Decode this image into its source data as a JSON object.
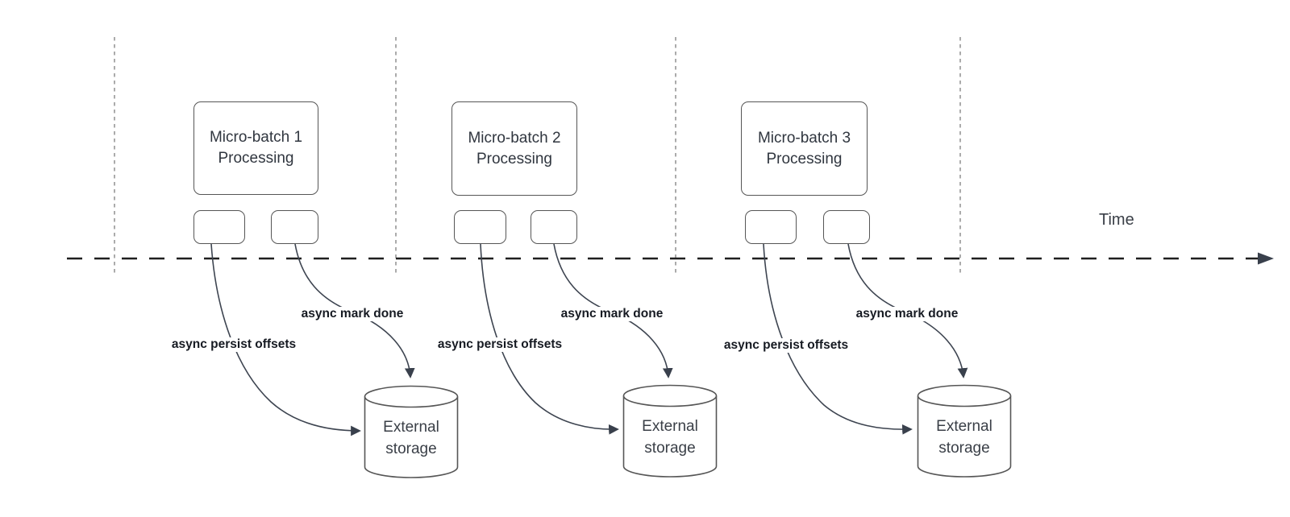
{
  "timeline": {
    "label": "Time"
  },
  "batches": [
    {
      "box_label": "Micro-batch 1\nProcessing",
      "persist_label": "async persist offsets",
      "done_label": "async mark done",
      "storage_label": "External\nstorage"
    },
    {
      "box_label": "Micro-batch 2\nProcessing",
      "persist_label": "async persist offsets",
      "done_label": "async mark done",
      "storage_label": "External\nstorage"
    },
    {
      "box_label": "Micro-batch 3\nProcessing",
      "persist_label": "async persist offsets",
      "done_label": "async mark done",
      "storage_label": "External\nstorage"
    }
  ],
  "colors": {
    "arrow": "#3d4450",
    "arrowhead": "#39404c",
    "timeline_axis": "#1f1f1f",
    "guide_line": "#ababab",
    "shape_stroke": "#565656",
    "label_text": "#161a22"
  }
}
